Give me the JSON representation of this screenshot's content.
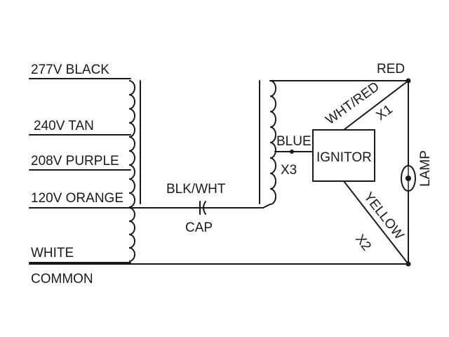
{
  "taps": {
    "v277": "277V BLACK",
    "v240": "240V TAN",
    "v208": "208V PURPLE",
    "v120": "120V ORANGE",
    "white": "WHITE",
    "common": "COMMON"
  },
  "capacitor": {
    "wire_label": "BLK/WHT",
    "label": "CAP"
  },
  "ignitor": {
    "label": "IGNITOR",
    "blue_label": "BLUE",
    "x3_label": "X3",
    "wht_red_label": "WHT/RED",
    "x1_label": "X1",
    "yellow_label": "YELLOW",
    "x2_label": "X2"
  },
  "lamp": {
    "label": "LAMP",
    "red_label": "RED"
  }
}
